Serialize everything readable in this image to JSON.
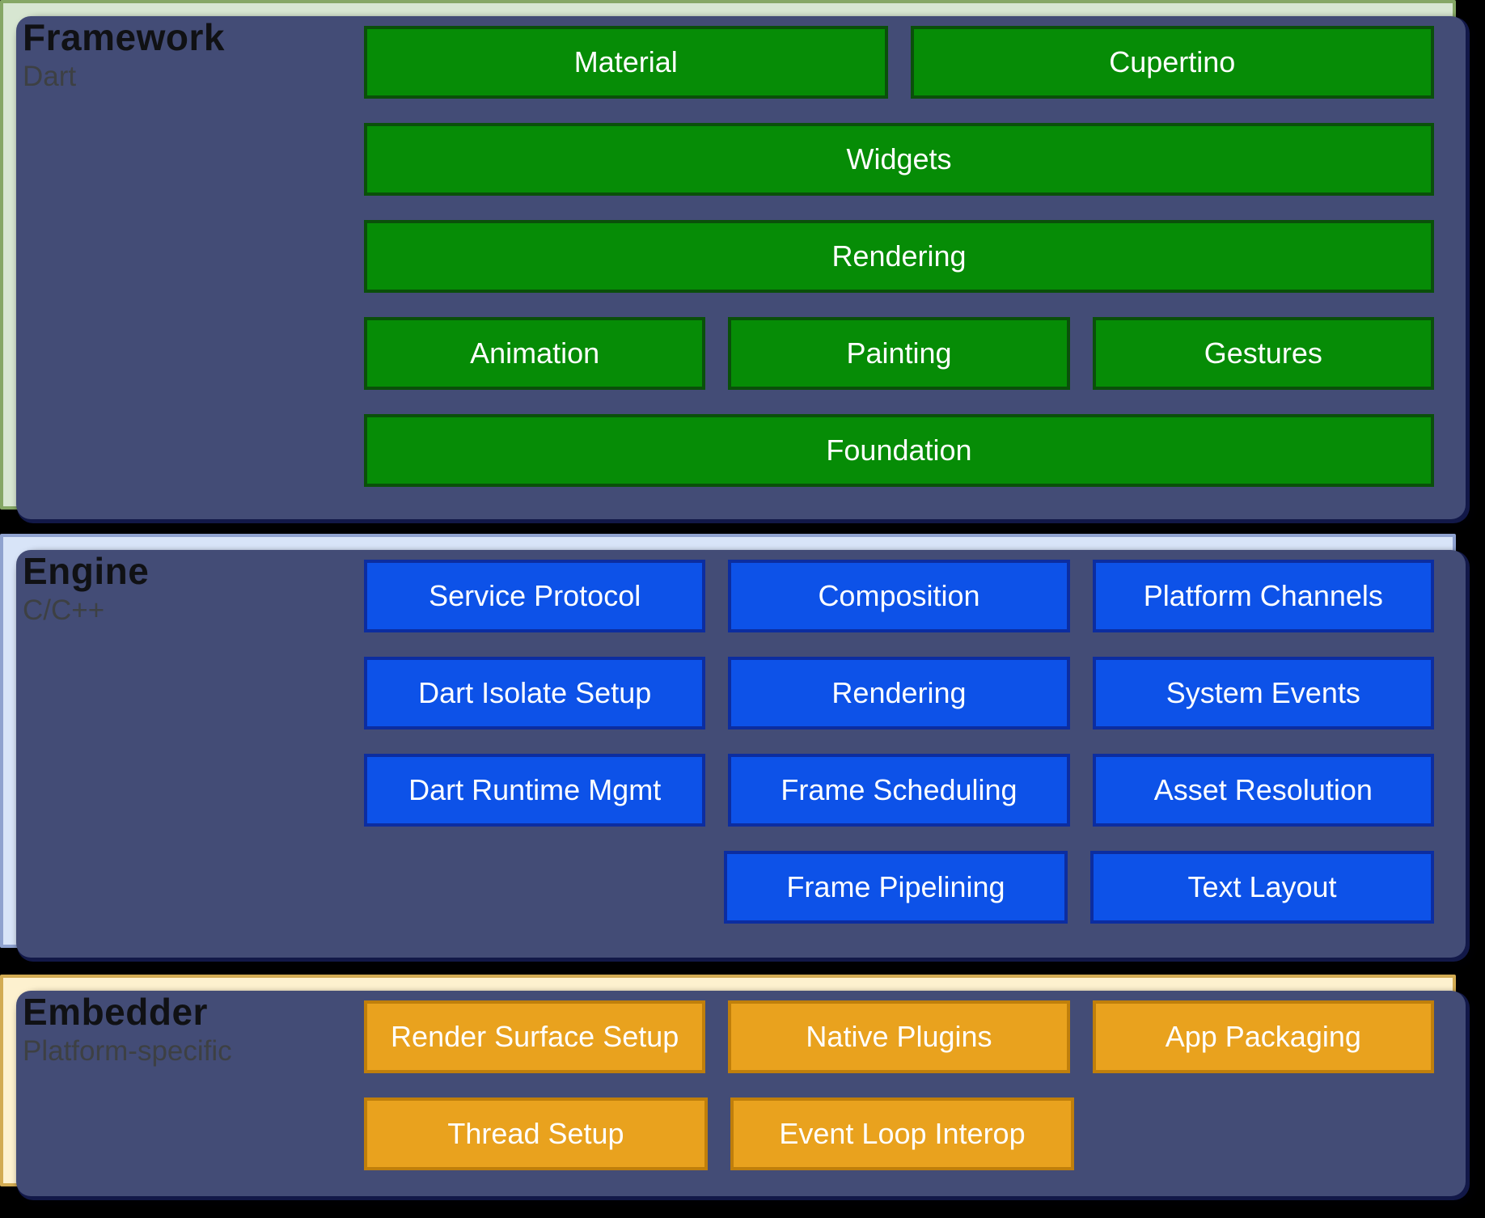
{
  "diagram": {
    "description": "Flutter architectural layers diagram",
    "background_color": "#000000",
    "shadow_color": "#434c76",
    "layers": [
      {
        "id": "framework",
        "title": "Framework",
        "subtitle": "Dart",
        "panel_bg": "#d7e6d1",
        "panel_border": "#85a765",
        "box_bg": "#068c06",
        "box_border": "#0a500a",
        "box_text_color": "#ffffff",
        "rows": [
          {
            "cells": [
              {
                "label": "Material",
                "span": 1.5
              },
              {
                "label": "Cupertino",
                "span": 1.5
              }
            ]
          },
          {
            "cells": [
              {
                "label": "Widgets",
                "span": 3
              }
            ]
          },
          {
            "cells": [
              {
                "label": "Rendering",
                "span": 3
              }
            ]
          },
          {
            "cells": [
              {
                "label": "Animation",
                "span": 1
              },
              {
                "label": "Painting",
                "span": 1
              },
              {
                "label": "Gestures",
                "span": 1
              }
            ]
          },
          {
            "cells": [
              {
                "label": "Foundation",
                "span": 3
              }
            ]
          }
        ]
      },
      {
        "id": "engine",
        "title": "Engine",
        "subtitle": "C/C++",
        "panel_bg": "#d8e4f8",
        "panel_border": "#8fa2cf",
        "box_bg": "#0d52e8",
        "box_border": "#0c2da0",
        "box_text_color": "#ffffff",
        "rows": [
          {
            "cells": [
              {
                "label": "Service Protocol",
                "span": 1
              },
              {
                "label": "Composition",
                "span": 1
              },
              {
                "label": "Platform Channels",
                "span": 1
              }
            ]
          },
          {
            "cells": [
              {
                "label": "Dart Isolate Setup",
                "span": 1
              },
              {
                "label": "Rendering",
                "span": 1
              },
              {
                "label": "System Events",
                "span": 1
              }
            ]
          },
          {
            "cells": [
              {
                "label": "Dart Runtime Mgmt",
                "span": 1
              },
              {
                "label": "Frame Scheduling",
                "span": 1
              },
              {
                "label": "Asset Resolution",
                "span": 1
              }
            ]
          },
          {
            "cells": [
              {
                "label": "",
                "span": 1,
                "empty": true
              },
              {
                "label": "Frame Pipelining",
                "span": 1
              },
              {
                "label": "Text Layout",
                "span": 1
              }
            ]
          }
        ]
      },
      {
        "id": "embedder",
        "title": "Embedder",
        "subtitle": "Platform-specific",
        "panel_bg": "#fdf1cf",
        "panel_border": "#d2ab52",
        "box_bg": "#e9a21e",
        "box_border": "#c07f0b",
        "box_text_color": "#ffffff",
        "rows": [
          {
            "cells": [
              {
                "label": "Render Surface Setup",
                "span": 1
              },
              {
                "label": "Native Plugins",
                "span": 1
              },
              {
                "label": "App Packaging",
                "span": 1
              }
            ]
          },
          {
            "cells": [
              {
                "label": "Thread Setup",
                "span": 1
              },
              {
                "label": "Event Loop Interop",
                "span": 1
              },
              {
                "label": "",
                "span": 1,
                "empty": true
              }
            ]
          }
        ]
      }
    ]
  }
}
